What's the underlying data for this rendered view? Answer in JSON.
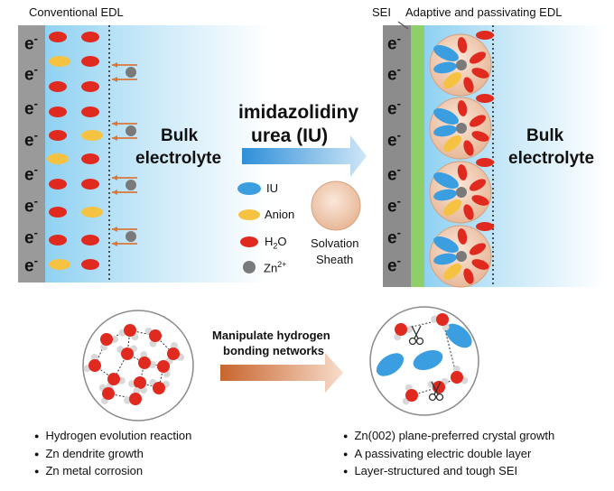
{
  "top_left": {
    "title": "Conventional EDL",
    "electrode_charge": "e",
    "electrode_charge_sup": "-",
    "bulk_line1": "Bulk",
    "bulk_line2": "electrolyte"
  },
  "center_arrow": {
    "line1": "imidazolidiny",
    "line2": "urea (IU)"
  },
  "legend": [
    {
      "label": "IU",
      "color": "#3b9ee0",
      "icon": "iu-ellipse"
    },
    {
      "label": "Anion",
      "color": "#f5c242",
      "icon": "anion-ellipse"
    },
    {
      "label": "H",
      "sub": "2",
      "tail": "O",
      "color": "#e02a20",
      "icon": "water-ellipse"
    },
    {
      "label": "Zn",
      "sup": "2+",
      "color": "#7a7a7a",
      "icon": "zinc-dot"
    }
  ],
  "solvation": {
    "line1": "Solvation",
    "line2": "Sheath"
  },
  "top_right": {
    "sei_label": "SEI",
    "title": "Adaptive and passivating EDL",
    "bulk_line1": "Bulk",
    "bulk_line2": "electrolyte"
  },
  "bottom_arrow": {
    "line1": "Manipulate hydrogen",
    "line2": "bonding networks"
  },
  "left_bullets": [
    "Hydrogen evolution reaction",
    "Zn dendrite growth",
    "Zn metal corrosion"
  ],
  "right_bullets": [
    "Zn(002) plane-preferred crystal growth",
    "A passivating electric double layer",
    "Layer-structured and tough SEI"
  ],
  "colors": {
    "electrode": "#9a9a9a",
    "water": "#e02a20",
    "anion": "#f5c242",
    "iu": "#3b9ee0",
    "zinc": "#7a7a7a",
    "sei": "#8fcf6a",
    "arrow_orange": "#d9763a"
  }
}
